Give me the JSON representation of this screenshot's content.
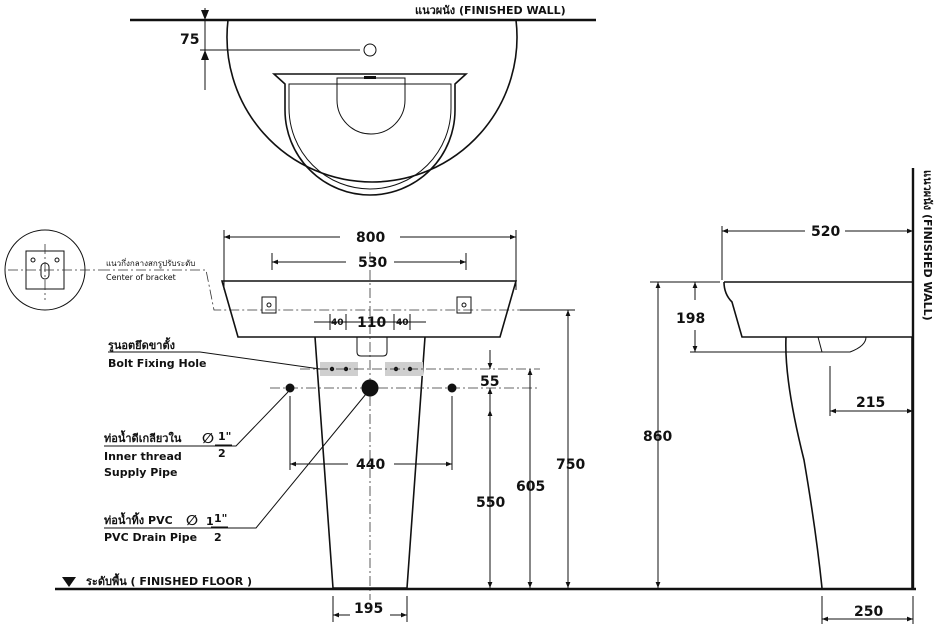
{
  "labels": {
    "wall_top": "แนวผนัง (FINISHED WALL)",
    "wall_right": "แนวผนัง (FINISHED WALL)",
    "floor": "ระดับพื้น  ( FINISHED FLOOR )",
    "bracket_th": "แนวกึ่งกลางสกรูปรับระดับ",
    "bracket_en": "Center of bracket",
    "bolt_th": "รูนอตยึดขาตั้ง",
    "bolt_en": "Bolt Fixing Hole",
    "supply_th": "ท่อน้ำดีเกลียวใน",
    "supply_size_whole": "",
    "supply_size_num": "1\"",
    "supply_size_den": "2",
    "supply_en1": "Inner thread",
    "supply_en2": "Supply Pipe",
    "drain_th": "ท่อน้ำทิ้ง PVC",
    "drain_size_whole": "1",
    "drain_size_num": "1\"",
    "drain_size_den": "2",
    "drain_en": "PVC Drain Pipe",
    "diameter_symbol": "∅"
  },
  "dimensions": {
    "wall_to_tap": "75",
    "basin_width": "800",
    "bracket_spacing": "530",
    "bolt_offset_left": "40",
    "bolt_spacing": "110",
    "bolt_offset_right": "40",
    "bolt_height_offset": "55",
    "supply_spacing": "440",
    "supply_height": "550",
    "drain_height": "605",
    "rim_height_front": "750",
    "rim_height_side": "860",
    "basin_depth": "520",
    "basin_thickness": "198",
    "pedestal_offset": "215",
    "pedestal_base_front": "195",
    "pedestal_base_side": "250"
  }
}
